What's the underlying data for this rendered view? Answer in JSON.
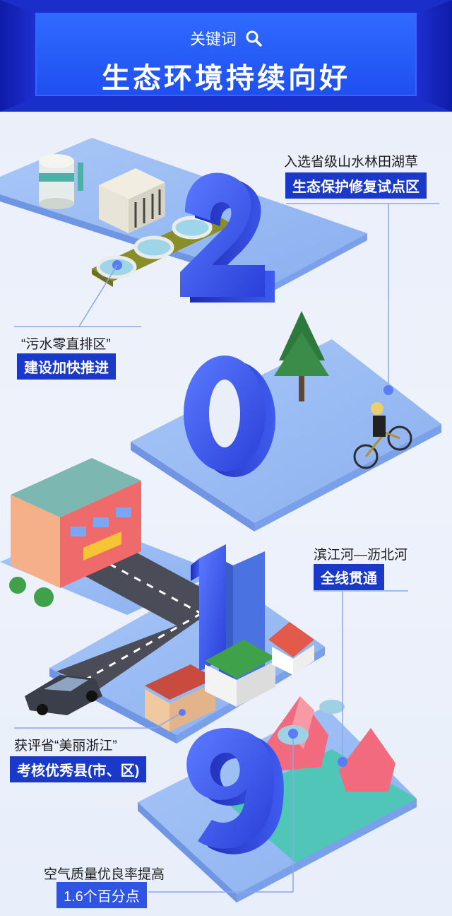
{
  "header": {
    "keyword": "关键词",
    "title": "生态环境持续向好"
  },
  "icons": {
    "search": "search-icon"
  },
  "colors": {
    "header_bg": "#1a2ec9",
    "tag_bg": "#1b39c9",
    "platform": "#8cb3f2"
  },
  "captions": [
    {
      "id": "eco",
      "text": "入选省级山水林田湖草",
      "tag": "生态保护修复试点区"
    },
    {
      "id": "sewage",
      "text": "“污水零直排区”",
      "tag": "建设加快推进"
    },
    {
      "id": "river",
      "text": "滨江河—沥北河",
      "tag": "全线贯通"
    },
    {
      "id": "county",
      "text": "获评省“美丽浙江”",
      "tag": "考核优秀县(市、区)"
    },
    {
      "id": "air",
      "text": "空气质量优良率提高",
      "tag": "1.6个百分点"
    }
  ],
  "digits": [
    "2",
    "0",
    "1",
    "9"
  ]
}
